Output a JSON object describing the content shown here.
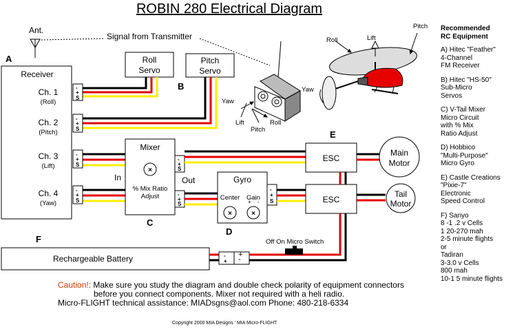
{
  "title": "ROBIN  280 Electrical Diagram",
  "antenna_label": "Ant.",
  "signal_label": "Signal from Transmitter",
  "receiver": {
    "letter": "A",
    "name": "Receiver",
    "channels": [
      {
        "label": "Ch. 1",
        "sub": "(Roll)"
      },
      {
        "label": "Ch. 2",
        "sub": "(Pitch)"
      },
      {
        "label": "Ch. 3",
        "sub": "(Lift)"
      },
      {
        "label": "Ch. 4",
        "sub": "(Yaw)"
      }
    ]
  },
  "roll_servo": {
    "line1": "Roll",
    "line2": "Servo"
  },
  "pitch_servo": {
    "line1": "Pitch",
    "line2": "Servo"
  },
  "servo_letter": "B",
  "mixer": {
    "name": "Mixer",
    "letter": "C",
    "in_label": "In",
    "out_label": "Out",
    "knob_label_1": "% Mix Ratio",
    "knob_label_2": "Adjust"
  },
  "gyro": {
    "name": "Gyro",
    "letter": "D",
    "center_label": "Center",
    "gain_label": "Gain"
  },
  "esc": {
    "label": "ESC",
    "letter": "E"
  },
  "main_motor": {
    "line1": "Main",
    "line2": "Motor"
  },
  "tail_motor": {
    "line1": "Tail",
    "line2": "Motor"
  },
  "battery": {
    "letter": "F",
    "label": "Rechargeable Battery"
  },
  "switch_label": "Off On Micro Switch",
  "transmitter_axes": {
    "yaw": "Yaw",
    "lift": "Lift",
    "pitch": "Pitch",
    "roll": "Roll"
  },
  "heli_axes": {
    "roll": "Roll",
    "lift": "Lift",
    "pitch": "Pitch",
    "yaw": "Yaw"
  },
  "recommended": {
    "title": "Recommended\nRC Equipment",
    "items": [
      "A) Hitec \"Feather\"\n4-Channel\n FM Receiver",
      "B) Hitec \"HS-50\"\nSub-Micro\nServos",
      "C) V-Tail Mixer\nMicro Circuit\nwith  % Mix\nRatio Adjust",
      " D) Hobbico\n\"Multi-Purpose\"\n Micro Gyro",
      "E) Castle Creations\n\"Pixie-7\"\nElectronic\nSpeed Control",
      "F) Sanyo\n8 -1 .2 v Cells\n1 20-270 mah\n2-5 minute flights\nor\nTadiran\n3-3.0 v Cells\n800 mah\n10-1 5 minute flights"
    ]
  },
  "caution": {
    "prefix": "Caution!:",
    "line1": " Make sure you study the diagram and double check polarity of equipment connectors",
    "line2": "before you connect components. Mixer not required with a heli radio.",
    "line3": "Micro-FLIGHT technical assistance: MIADsgns@aol.com  Phone: 480-218-6334"
  },
  "copyright": "Copyright 2000 MIA Designs  ' MIA Micro-FLIGHT",
  "colors": {
    "negative": "#000000",
    "positive": "#e60000",
    "signal": "#ffee00",
    "caution": "#cc3300"
  }
}
